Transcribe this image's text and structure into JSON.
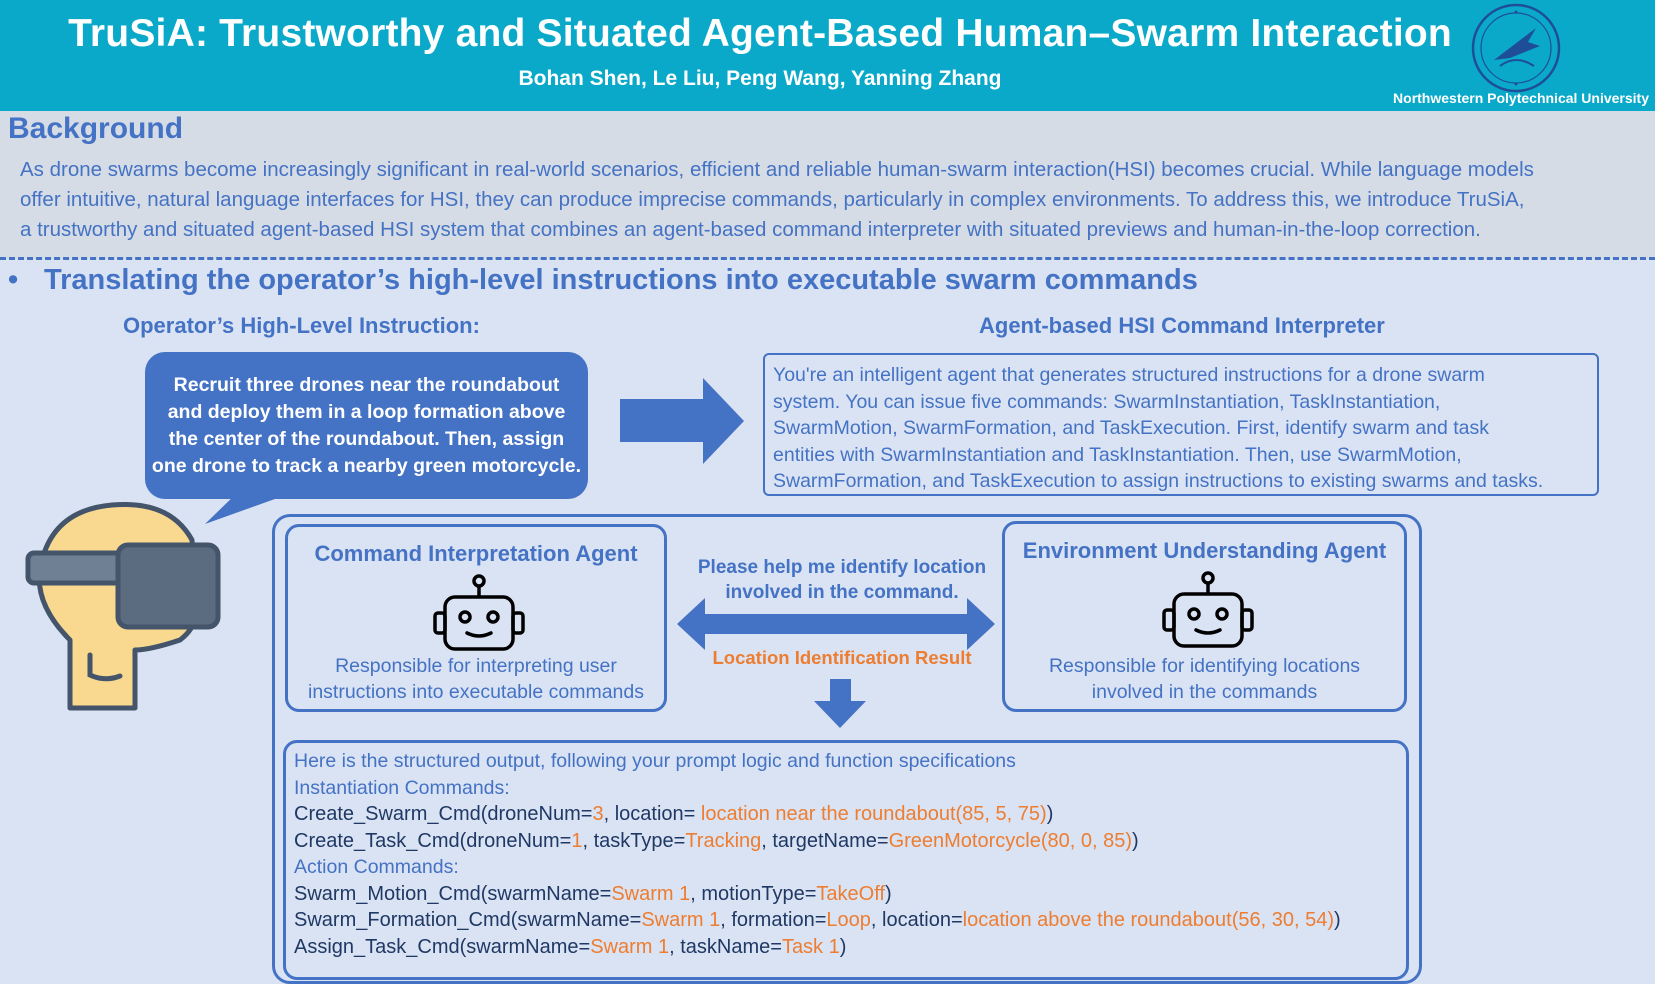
{
  "header": {
    "title": "TruSiA: Trustworthy and Situated Agent-Based Human–Swarm Interaction",
    "authors": "Bohan Shen, Le Liu, Peng Wang, Yanning Zhang",
    "university": "Northwestern Polytechnical University"
  },
  "background": {
    "heading": "Background",
    "lines": [
      "As drone swarms become increasingly significant in real-world scenarios, efficient and reliable human-swarm interaction(HSI) becomes crucial. While language models",
      "offer intuitive, natural language interfaces for HSI, they can produce imprecise commands, particularly in complex environments. To address this, we introduce TruSiA,",
      "a trustworthy and situated agent-based HSI system that combines an agent-based command interpreter with situated previews and human-in-the-loop correction."
    ]
  },
  "section": {
    "bullet": "•",
    "heading": "Translating the operator’s high-level instructions into executable swarm commands"
  },
  "operator": {
    "heading": "Operator’s High-Level Instruction:",
    "lines": [
      "Recruit three drones near the roundabout",
      "and deploy them in a loop formation above",
      "the center of the roundabout. Then, assign",
      "one drone to track a nearby green motorcycle."
    ]
  },
  "interpreter": {
    "heading": "Agent-based HSI Command Interpreter",
    "lines": [
      "You're an intelligent agent that generates structured instructions for a drone swarm",
      "system. You can issue five commands: SwarmInstantiation, TaskInstantiation,",
      "SwarmMotion, SwarmFormation, and TaskExecution. First, identify swarm and task",
      "entities with SwarmInstantiation and TaskInstantiation. Then, use SwarmMotion,",
      "SwarmFormation, and TaskExecution to assign instructions to existing swarms and tasks."
    ]
  },
  "agents": {
    "command": {
      "title": "Command Interpretation Agent",
      "desc": [
        "Responsible for interpreting user",
        "instructions into executable commands"
      ]
    },
    "environment": {
      "title": "Environment Understanding Agent",
      "desc": [
        "Responsible for identifying locations",
        "involved in the commands"
      ]
    },
    "request": [
      "Please help me identify location",
      "involved in the command."
    ],
    "result": "Location Identification Result"
  },
  "output": {
    "intro": "Here is the structured output, following your prompt logic and function specifications",
    "instantiation_head": "Instantiation Commands:",
    "action_head": "Action Commands:",
    "c1": {
      "a": "Create_Swarm_Cmd(droneNum=",
      "b": "3",
      "c": ", location= ",
      "d": "location near the roundabout(85, 5, 75)",
      "e": ")"
    },
    "c2": {
      "a": "Create_Task_Cmd(droneNum=",
      "b": "1",
      "c": ", taskType=",
      "d": "Tracking",
      "e": ", targetName=",
      "f": "GreenMotorcycle(80, 0, 85)",
      "g": ")"
    },
    "c3": {
      "a": "Swarm_Motion_Cmd(swarmName=",
      "b": "Swarm 1",
      "c": ", motionType=",
      "d": "TakeOff",
      "e": ")"
    },
    "c4": {
      "a": "Swarm_Formation_Cmd(swarmName=",
      "b": "Swarm 1",
      "c": ", formation=",
      "d": "Loop",
      "e": ", location=",
      "f": "location above the roundabout(56, 30, 54)",
      "g": ")"
    },
    "c5": {
      "a": "Assign_Task_Cmd(swarmName=",
      "b": "Swarm 1",
      "c": ", taskName=",
      "d": "Task 1",
      "e": ")"
    }
  },
  "icons": [
    "university-logo",
    "vr-headset-person-icon",
    "robot-icon",
    "right-arrow-icon",
    "double-arrow-icon",
    "down-arrow-icon"
  ],
  "colors": {
    "header": "#0aa9c9",
    "primary": "#4472c4",
    "accent": "#ed7d31",
    "panel": "#dae3f3",
    "band": "#d6dce5"
  }
}
